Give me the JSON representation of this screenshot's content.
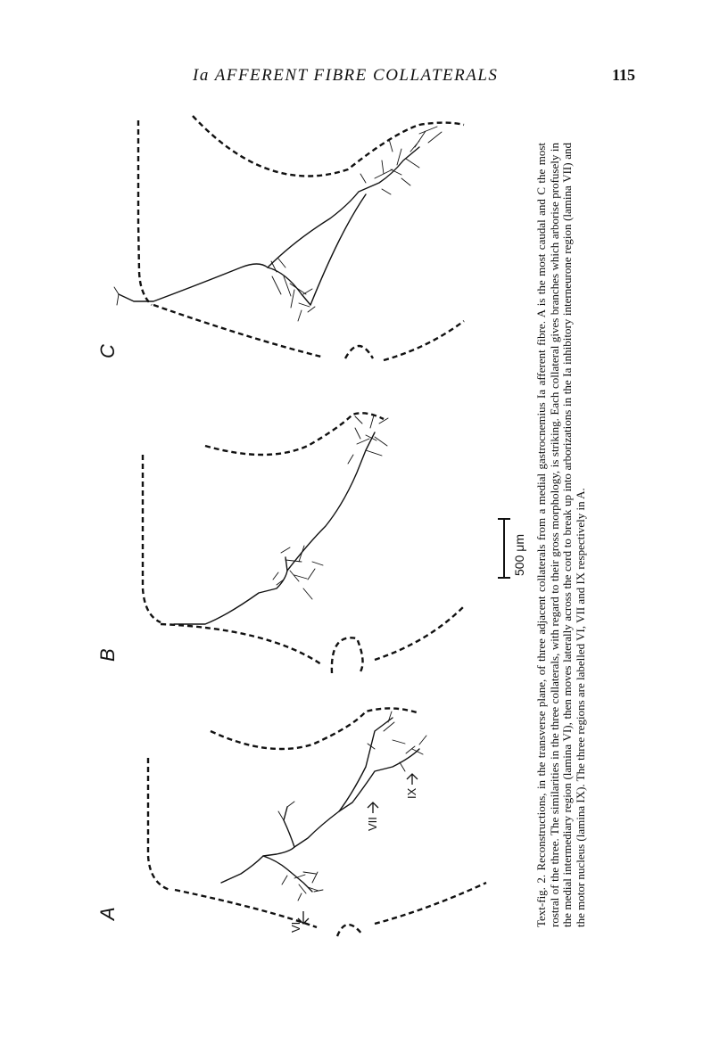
{
  "header": {
    "running_title": "Ia AFFERENT FIBRE COLLATERALS",
    "page_number": "115"
  },
  "figure": {
    "panels": [
      {
        "label": "A"
      },
      {
        "label": "B"
      },
      {
        "label": "C"
      }
    ],
    "region_labels": {
      "vi": "VI",
      "vii": "VII",
      "ix": "IX"
    },
    "scale_bar": {
      "text": "500 μm"
    }
  },
  "caption": {
    "text": "Text-fig. 2. Reconstructions, in the transverse plane, of three adjacent collaterals from a medial gastrocnemius Ia afferent fibre. A is the most caudal and C the most rostral of the three. The similarities in the three collaterals, with regard to their gross morphology, is striking. Each collateral gives branches which arborise profusely in the medial intermediary region (lamina VI), then moves laterally across the cord to break up into arborizations in the Ia inhibitory interneurone region (lamina VII) and the motor nucleus (lamina IX). The three regions are labelled VI, VII and IX respectively in A."
  }
}
